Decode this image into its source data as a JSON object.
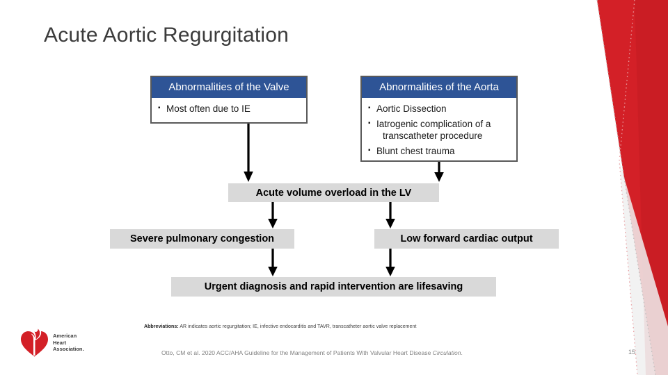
{
  "slide": {
    "title": "Acute Aortic Regurgitation",
    "page_number": "15",
    "accent_blue": "#2E5496",
    "accent_gray": "#d9d9d9",
    "accent_red": "#D32027"
  },
  "panels": [
    {
      "header": "Abnormalities of the Valve",
      "bullets": [
        {
          "text": "Most often due to IE",
          "wrap": ""
        }
      ]
    },
    {
      "header": "Abnormalities of the Aorta",
      "bullets": [
        {
          "text": "Aortic Dissection",
          "wrap": ""
        },
        {
          "text": "Iatrogenic complication of a",
          "wrap": "transcatheter procedure"
        },
        {
          "text": "Blunt chest trauma",
          "wrap": ""
        }
      ]
    }
  ],
  "flow": {
    "overload": "Acute volume overload in the LV",
    "congestion": "Severe pulmonary congestion",
    "output": "Low forward cardiac output",
    "conclusion": "Urgent diagnosis and rapid intervention are lifesaving"
  },
  "footer": {
    "abbrev_label": "Abbreviations:",
    "abbrev_text": "AR indicates aortic regurgitation; IE, infective endocarditis and TAVR, transcatheter aortic valve replacement",
    "citation_pre": "Otto, CM et al. 2020 ACC/AHA Guideline for the Management of Patients With Valvular Heart Disease ",
    "citation_journal": "Circulation",
    "citation_post": "."
  },
  "logo": {
    "line1": "American",
    "line2": "Heart",
    "line3": "Association."
  }
}
